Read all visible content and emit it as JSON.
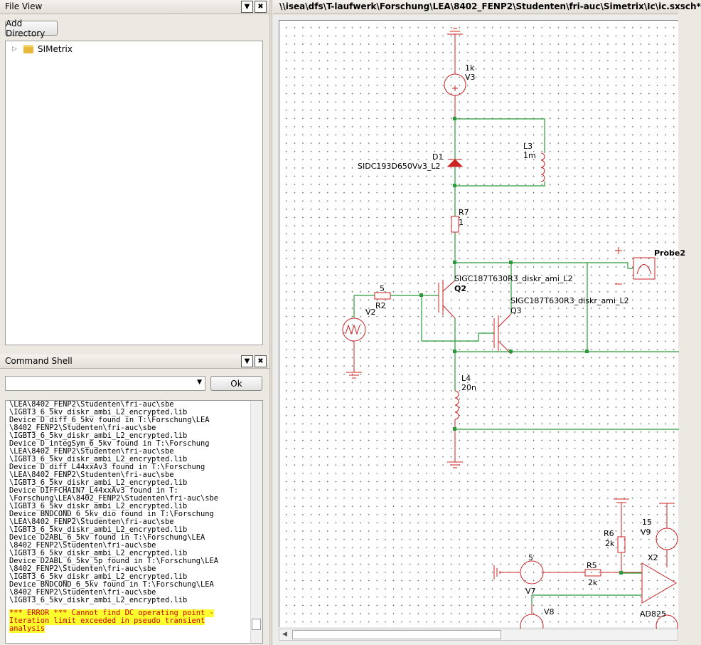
{
  "file_view": {
    "title": "File View",
    "add_directory_label": "Add Directory",
    "tree": [
      {
        "label": "SIMetrix",
        "icon": "folder-icon"
      }
    ]
  },
  "command_shell": {
    "title": "Command Shell",
    "ok_label": "Ok",
    "output_lines": [
      "\\LEA\\8402_FENP2\\Studenten\\fri-auc\\sbe",
      "\\IGBT3_6_5kv_diskr_ambi_L2_encrypted.lib",
      "Device D_diff_6_5kv found in T:\\Forschung\\LEA",
      "\\8402_FENP2\\Studenten\\fri-auc\\sbe",
      "\\IGBT3_6_5kv_diskr_ambi_L2_encrypted.lib",
      "Device D_integSym_6_5kv found in T:\\Forschung",
      "\\LEA\\8402_FENP2\\Studenten\\fri-auc\\sbe",
      "\\IGBT3_6_5kv_diskr_ambi_L2_encrypted.lib",
      "Device D_diff_L44xxAv3 found in T:\\Forschung",
      "\\LEA\\8402_FENP2\\Studenten\\fri-auc\\sbe",
      "\\IGBT3_6_5kv_diskr_ambi_L2_encrypted.lib",
      "Device DIFFCHAIN7_L44xxAv3 found in T:",
      "\\Forschung\\LEA\\8402_FENP2\\Studenten\\fri-auc\\sbe",
      "\\IGBT3_6_5kv_diskr_ambi_L2_encrypted.lib",
      "Device BNDCOND_6_5kv_dio found in T:\\Forschung",
      "\\LEA\\8402_FENP2\\Studenten\\fri-auc\\sbe",
      "\\IGBT3_6_5kv_diskr_ambi_L2_encrypted.lib",
      "Device D2ABL_6_5kv found in T:\\Forschung\\LEA",
      "\\8402_FENP2\\Studenten\\fri-auc\\sbe",
      "\\IGBT3_6_5kv_diskr_ambi_L2_encrypted.lib",
      "Device D2ABL_6_5kv_5p found in T:\\Forschung\\LEA",
      "\\8402_FENP2\\Studenten\\fri-auc\\sbe",
      "\\IGBT3_6_5kv_diskr_ambi_L2_encrypted.lib",
      "Device BNDCOND_6_5kv found in T:\\Forschung\\LEA",
      "\\8402_FENP2\\Studenten\\fri-auc\\sbe",
      "\\IGBT3_6_5kv_diskr_ambi_L2_encrypted.lib"
    ],
    "error_lines": [
      "*** ERROR *** Cannot find DC operating point -",
      "Iteration limit exceeded in pseudo transient",
      "analysis"
    ]
  },
  "schematic": {
    "path_title": "\\\\isea\\dfs\\T-laufwerk\\Forschung\\LEA\\8402_FENP2\\Studenten\\fri-auc\\Simetrix\\Ic\\ic.sxsch*",
    "labels": {
      "v3_value": "1k",
      "v3_name": "V3",
      "l3_name": "L3",
      "l3_value": "1m",
      "d1_name": "D1",
      "d1_model": "SIDC193D650Vv3_L2",
      "r7_name": "R7",
      "r7_value": "1",
      "probe": "Probe2",
      "q2_model": "SIGC187T630R3_diskr_ami_L2",
      "q2_name": "Q2",
      "q3_model": "SIGC187T630R3_diskr_ami_L2",
      "q3_name": "Q3",
      "r2_value": "5",
      "r2_name": "R2",
      "v2_name": "V2",
      "l4_name": "L4",
      "l4_value": "20n",
      "v9_value": "15",
      "v9_name": "V9",
      "r6_name": "R6",
      "r6_value": "2k",
      "x2_name": "X2",
      "x2_model": "AD825",
      "v7_value": "5",
      "v7_name": "V7",
      "r5_name": "R5",
      "r5_value": "2k",
      "v8_name": "V8"
    }
  }
}
